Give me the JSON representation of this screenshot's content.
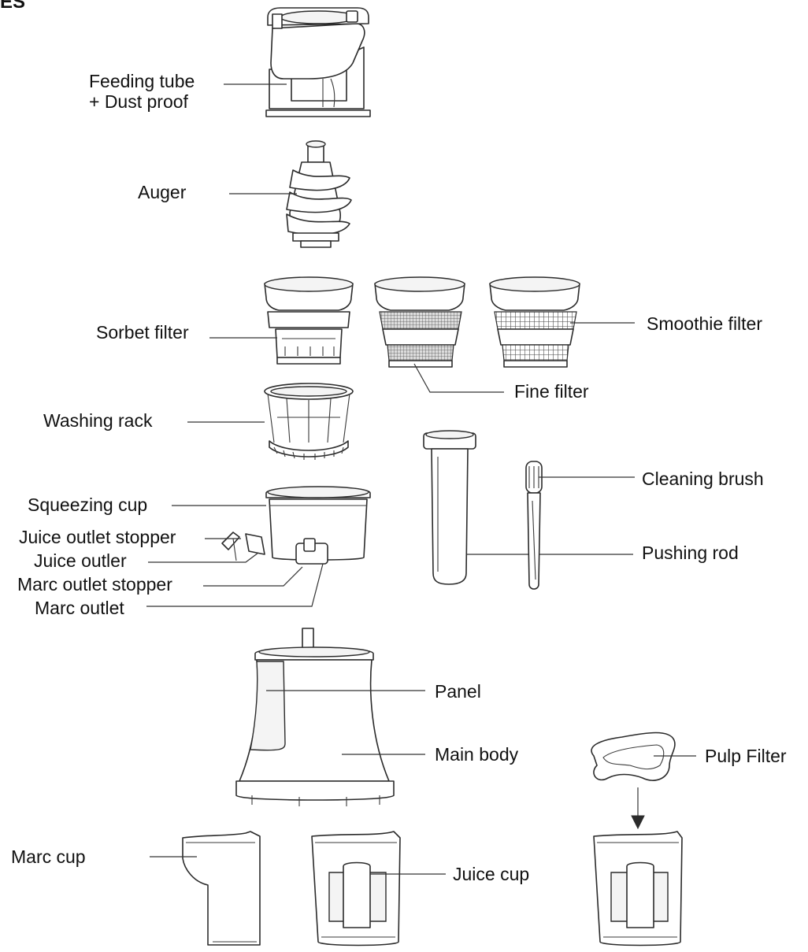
{
  "header": {
    "text": "ES"
  },
  "labels": {
    "feeding_tube": [
      "Feeding tube",
      "+ Dust proof"
    ],
    "auger": "Auger",
    "sorbet_filter": "Sorbet filter",
    "smoothie_filter": "Smoothie filter",
    "fine_filter": "Fine filter",
    "washing_rack": "Washing rack",
    "cleaning_brush": "Cleaning brush",
    "squeezing_cup": "Squeezing cup",
    "juice_outlet_stopper": "Juice outlet stopper",
    "juice_outler": "Juice outler",
    "marc_outlet_stopper": "Marc outlet stopper",
    "marc_outlet": "Marc outlet",
    "pushing_rod": "Pushing rod",
    "panel": "Panel",
    "main_body": "Main body",
    "pulp_filter": "Pulp Filter",
    "marc_cup": "Marc cup",
    "juice_cup": "Juice cup"
  }
}
